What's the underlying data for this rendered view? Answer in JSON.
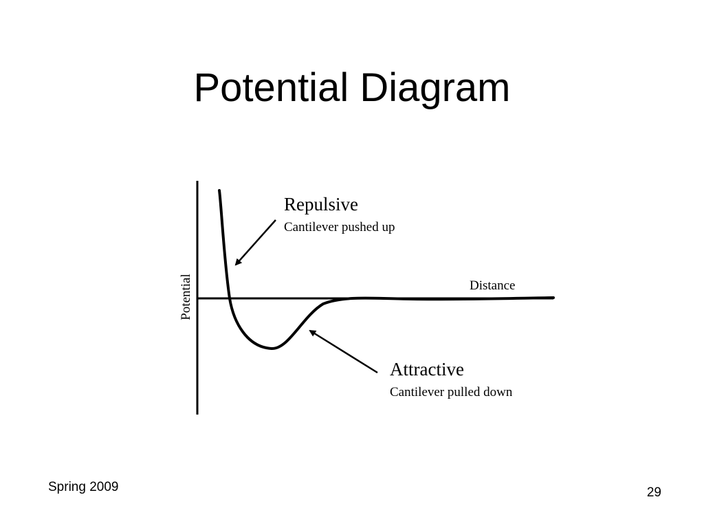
{
  "slide": {
    "title": "Potential Diagram",
    "footer_left": "Spring 2009",
    "page_number": "29"
  },
  "diagram": {
    "y_axis_label": "Potential",
    "x_axis_label": "Distance",
    "repulsive": {
      "heading": "Repulsive",
      "caption": "Cantilever pushed up"
    },
    "attractive": {
      "heading": "Attractive",
      "caption": "Cantilever pulled down"
    }
  }
}
